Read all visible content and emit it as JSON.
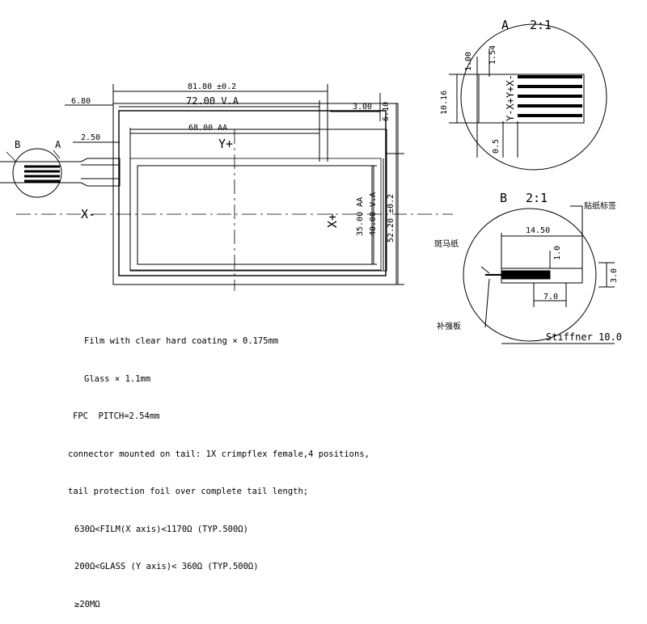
{
  "main_view": {
    "dim_overall_width": "81.80 ±0.2",
    "dim_va_width": "72.00 V.A",
    "dim_aa_width": "68.00 AA",
    "dim_left_offset": "6.80",
    "dim_tail_offset": "2.50",
    "dim_right_offset": "3.00",
    "dim_top_offset": "6.10",
    "dim_aa_height": "35.00 AA",
    "dim_va_height": "40.00 V.A",
    "dim_overall_height": "52.20 ±0.2",
    "label_y_plus": "Y+",
    "label_x_minus": "X-",
    "label_x_plus": "X+",
    "label_b": "B",
    "label_a": "A"
  },
  "detail_a": {
    "title_letter": "A",
    "title_scale": "2:1",
    "dim_100": "1.00",
    "dim_154": "1.54",
    "dim_1016": "10.16",
    "dim_05": "0.5",
    "pin_labels": "Y-X+Y+X-"
  },
  "detail_b": {
    "title_letter": "B",
    "title_scale": "2:1",
    "dim_1450": "14.50",
    "dim_10": "1.0",
    "dim_30": "3.0",
    "dim_70": "7.0",
    "label_top_right": "贴纸标签",
    "label_zebra": "斑马纸",
    "label_stiffener_cn": "补强板",
    "label_stiffener": "Stiffner 10.0"
  },
  "notes": [
    "Film with clear hard coating × 0.175mm",
    "Glass × 1.1mm",
    "FPC  PITCH=2.54mm",
    "connector mounted on tail: 1X crimpflex female,4 positions,",
    "tail protection foil over complete tail length;",
    "630Ω<FILM(X axis)<1170Ω (TYP.500Ω)",
    "200Ω<GLASS (Y axis)< 360Ω (TYP.500Ω)",
    "≥20MΩ"
  ]
}
